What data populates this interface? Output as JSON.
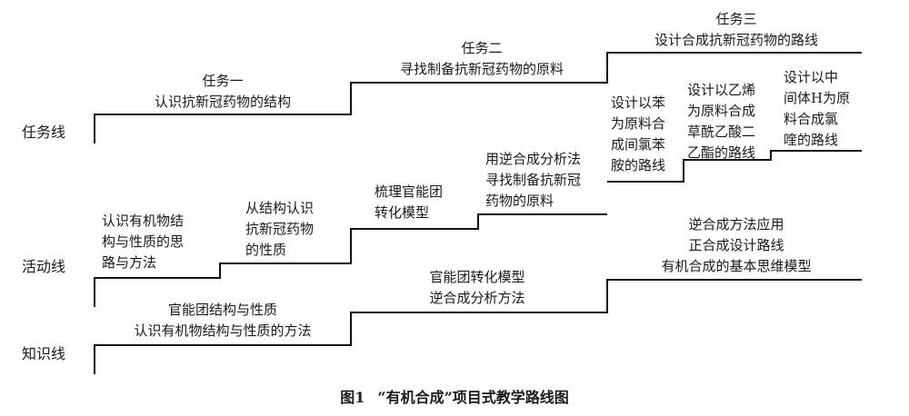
{
  "rows": {
    "task": "任务线",
    "activity": "活动线",
    "knowledge": "知识线"
  },
  "tasks": [
    {
      "title": "任务一",
      "desc": "认识抗新冠药物的结构"
    },
    {
      "title": "任务二",
      "desc": "寻找制备抗新冠药物的原料"
    },
    {
      "title": "任务三",
      "desc": "设计合成抗新冠药物的路线"
    }
  ],
  "task3_sub": [
    [
      "设计以苯",
      "为原料合",
      "成间氯苯",
      "胺的路线"
    ],
    [
      "设计以乙烯",
      "为原料合成",
      "草酰乙酸二",
      "乙酯的路线"
    ],
    [
      "设计以中",
      "间体H为原",
      "料合成氯",
      "喹的路线"
    ]
  ],
  "activities": [
    [
      "认识有机物结",
      "构与性质的思",
      "路与方法"
    ],
    [
      "从结构认识",
      "抗新冠药物",
      "的性质"
    ],
    [
      "梳理官能团",
      "转化模型"
    ],
    [
      "用逆合成分析法",
      "寻找制备抗新冠",
      "药物的原料"
    ]
  ],
  "knowledge": [
    [
      "官能团结构与性质",
      "认识有机物结构与性质的方法"
    ],
    [
      "官能团转化模型",
      "逆合成分析方法"
    ],
    [
      "逆合成方法应用",
      "正合成设计路线",
      "有机合成的基本思维模型"
    ]
  ],
  "caption": {
    "number": "图1",
    "text": "“有机合成”项目式教学路线图"
  }
}
